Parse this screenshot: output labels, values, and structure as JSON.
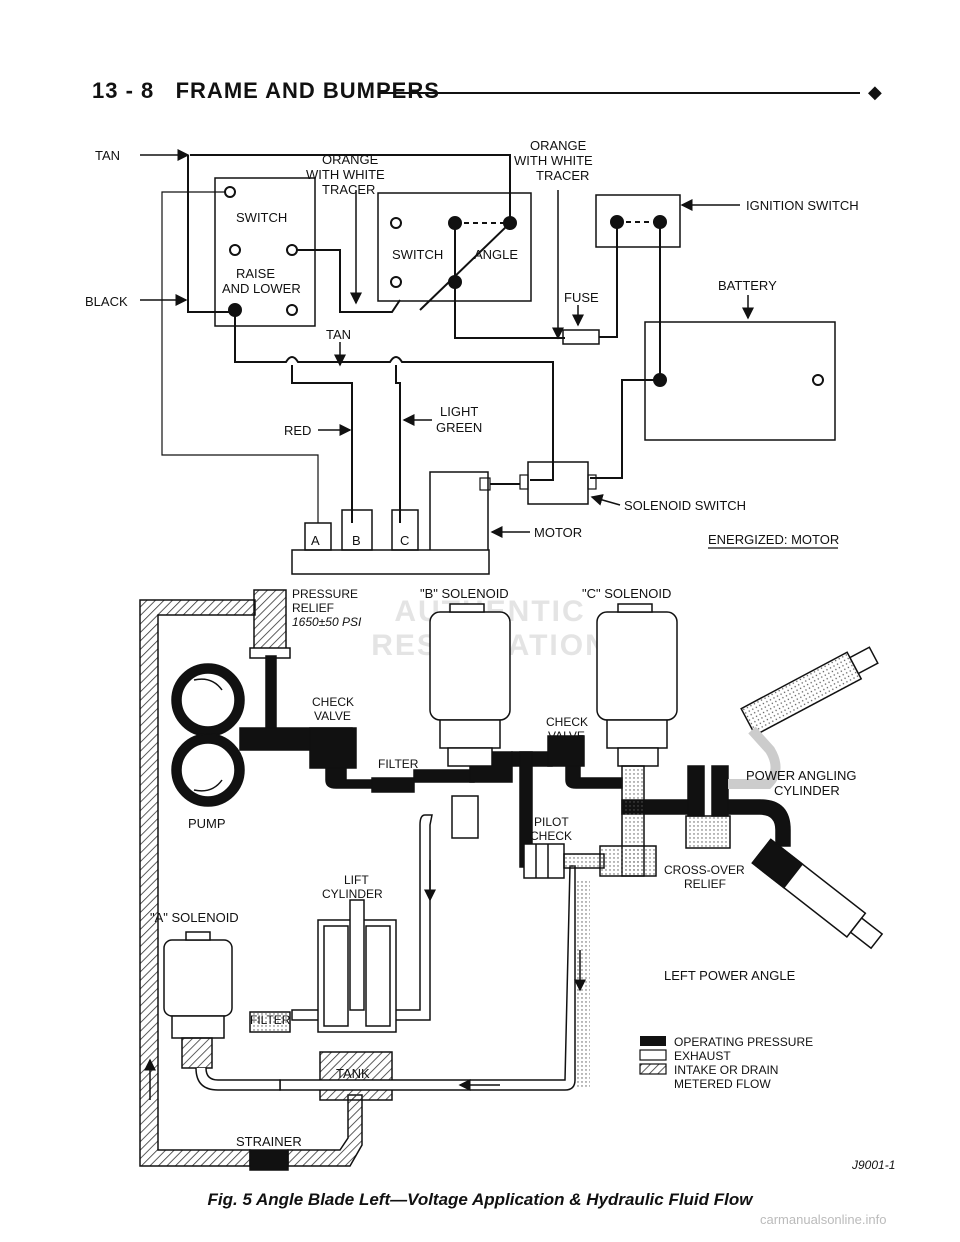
{
  "header": {
    "section": "13 - 8",
    "title": "FRAME AND BUMPERS",
    "diamond": "◆"
  },
  "wiring": {
    "tan": "TAN",
    "black": "BLACK",
    "orange_white_1": [
      "ORANGE",
      "WITH WHITE",
      "TRACER"
    ],
    "orange_white_2": [
      "ORANGE",
      "WITH WHITE",
      "TRACER"
    ],
    "switch_raise": "SWITCH",
    "raise_lower": [
      "RAISE",
      "AND LOWER"
    ],
    "switch_angle": "SWITCH",
    "angle": "ANGLE",
    "tan_bottom": "TAN",
    "ignition_switch": "IGNITION SWITCH",
    "fuse": "FUSE",
    "battery": "BATTERY",
    "red": "RED",
    "light_green": [
      "LIGHT",
      "GREEN"
    ],
    "solenoid_switch": "SOLENOID SWITCH",
    "motor": "MOTOR",
    "sol_a": "A",
    "sol_b": "B",
    "sol_c": "C",
    "energized": "ENERGIZED: MOTOR"
  },
  "hydraulic": {
    "pressure_relief": [
      "PRESSURE",
      "RELIEF",
      "1650±50 PSI"
    ],
    "b_solenoid": "\"B\" SOLENOID",
    "c_solenoid": "\"C\" SOLENOID",
    "check_valve_1": [
      "CHECK",
      "VALVE"
    ],
    "filter_1": "FILTER",
    "check_valve_2": [
      "CHECK",
      "VALVE"
    ],
    "power_angling": [
      "POWER ANGLING",
      "CYLINDER"
    ],
    "pump": "PUMP",
    "pilot_check": [
      "PILOT",
      "CHECK"
    ],
    "lift_cylinder": [
      "LIFT",
      "CYLINDER"
    ],
    "cross_over": [
      "CROSS-OVER",
      "RELIEF"
    ],
    "a_solenoid": "\"A\" SOLENOID",
    "left_power_angle": "LEFT POWER ANGLE",
    "filter_2": "FILTER",
    "tank": "TANK",
    "strainer": "STRAINER"
  },
  "legend": {
    "operating": "OPERATING PRESSURE",
    "exhaust": "EXHAUST",
    "intake": "INTAKE OR DRAIN",
    "metered": "METERED FLOW"
  },
  "figure": {
    "ref": "J9001-1",
    "caption": "Fig. 5 Angle Blade Left—Voltage Application & Hydraulic Fluid Flow"
  },
  "watermark": {
    "center": "AUTHENTIC RESTORATION",
    "site": "carmanualsonline.info"
  }
}
